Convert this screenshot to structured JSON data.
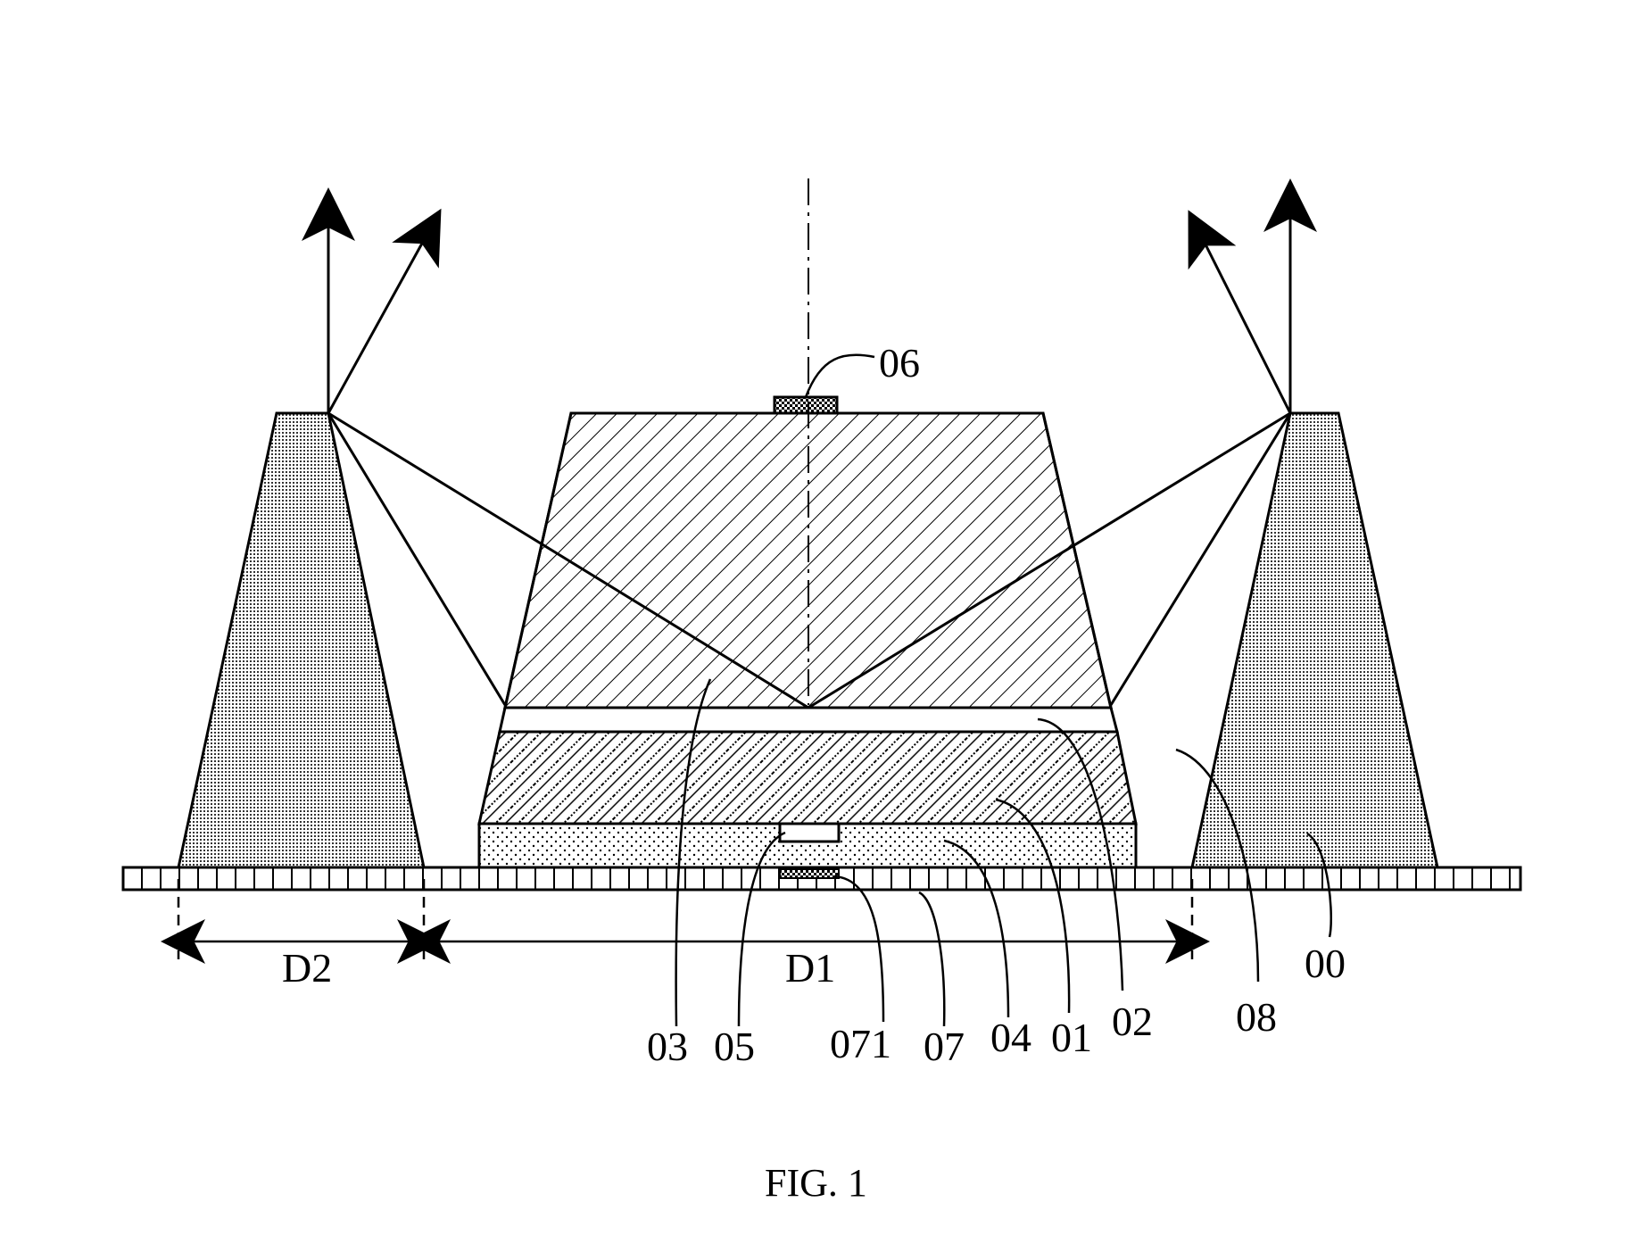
{
  "figure": {
    "caption": "FIG. 1",
    "labels": {
      "l06": "06",
      "l03": "03",
      "l05": "05",
      "l071": "071",
      "l07": "07",
      "l04": "04",
      "l01": "01",
      "l02": "02",
      "l08": "08",
      "l00": "00",
      "d1": "D1",
      "d2": "D2"
    }
  }
}
